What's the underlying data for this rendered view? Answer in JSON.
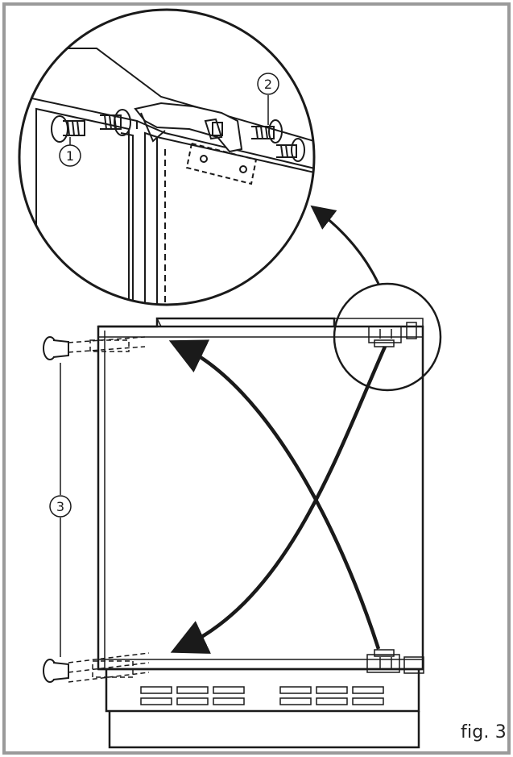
{
  "callouts": {
    "one": "1",
    "two": "2",
    "three": "3"
  },
  "figure_label": "fig. 3",
  "colors": {
    "line": "#1a1a1a",
    "frame": "#9a9a9a",
    "background": "#ffffff"
  }
}
